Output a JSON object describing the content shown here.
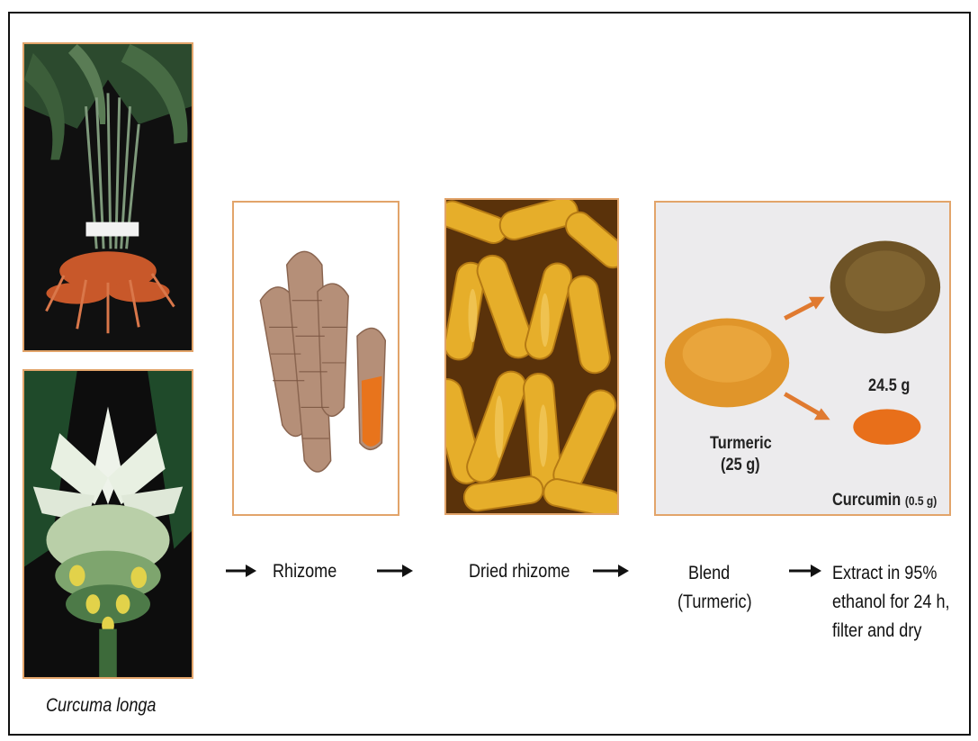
{
  "labels": {
    "species": "Curcuma longa",
    "rhizome": "Rhizome",
    "dried_rhizome": "Dried rhizome",
    "blend_line1": "Blend",
    "blend_line2": "(Turmeric)",
    "extract_line1": "Extract in 95%",
    "extract_line2": "ethanol for 24 h,",
    "extract_line3": "filter and dry"
  },
  "photo_annotations": {
    "turmeric_line1": "Turmeric",
    "turmeric_line2": "(25 g)",
    "residue_mass": "24.5 g",
    "curcumin_name": "Curcumin",
    "curcumin_mass": "(0.5 g)"
  },
  "colors": {
    "panel_border": "#e2a46a",
    "turmeric_orange": "#e0952a",
    "curcumin_orange": "#e86f1a",
    "residue_brown": "#6e5326",
    "dried_yellow": "#e6ae2a"
  },
  "icons": {
    "flow_arrow": "right-arrow-icon",
    "split_arrow": "orange-arrow-icon"
  }
}
